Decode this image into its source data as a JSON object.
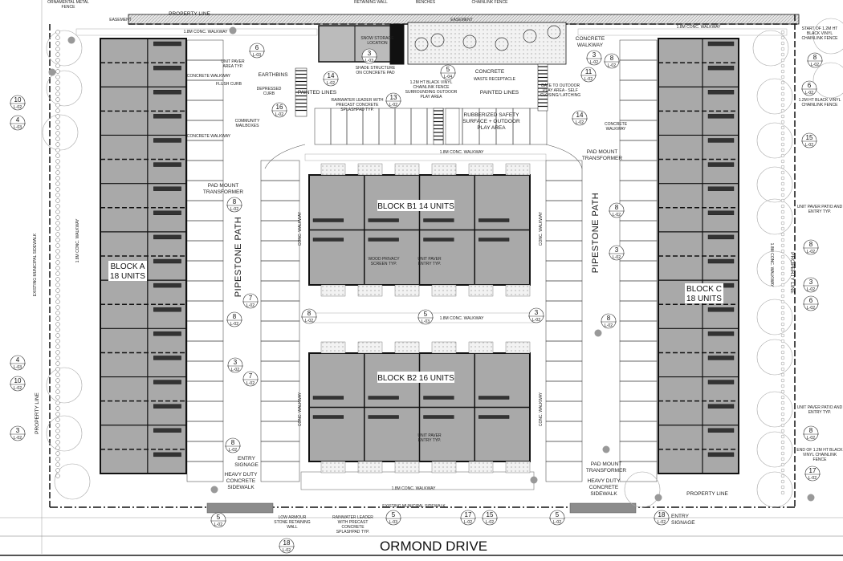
{
  "title": "Site Plan - Ormond Drive",
  "street": "ORMOND DRIVE",
  "blocks": {
    "a": [
      "BLOCK A",
      "18 UNITS"
    ],
    "b1": "BLOCK B1 14 UNITS",
    "b2": "BLOCK B2 16 UNITS",
    "c": [
      "BLOCK C",
      "18 UNITS"
    ]
  },
  "paths": {
    "left": "PIPESTONE PATH",
    "right": "PIPESTONE PATH"
  },
  "boundary": {
    "property_line_top": "PROPERTY LINE",
    "property_line_bottom": "PROPERTY LINE",
    "property_line_left": "PROPERTY LINE",
    "property_line_right": "PROPERTY LINE",
    "easement_left": "EASEMENT",
    "easement_right": "EASEMENT",
    "sidewalk": "EXISTING MUNICIPAL SIDEWALK",
    "sidewalk_left": "EXISTING MUNICIPAL SIDEWALK"
  },
  "notes": {
    "ornamental_fence": "ORNAMENTAL METAL FENCE",
    "walkway_top_left": "1.8M CONC. WALKWAY",
    "walkway_top_right": "1.8M CONC. WALKWAY",
    "walkway_mid_top": "1.8M CONC. WALKWAY",
    "walkway_mid": "1.8M CONC. WALKWAY",
    "walkway_bottom": "1.8M CONC. WALKWAY",
    "earthbins": "EARTHBINS",
    "painted_lines_left": "PAINTED LINES",
    "painted_lines_right": "PAINTED LINES",
    "snow_storage": "SNOW STORAGE LOCATION",
    "shade_structure": "SHADE STRUCTURE ON CONCRETE PAD",
    "chainlink_play": "1.2M HT BLACK VINYL CHAINLINK FENCE SURROUNDING OUTDOOR PLAY AREA",
    "rubberized": "RUBBERIZED SAFETY SURFACE + OUTDOOR PLAY AREA",
    "concrete": "CONCRETE",
    "waste": "WASTE RECEPTACLE",
    "gate": "GATE TO OUTDOOR PLAY AREA - SELF CLOSING/ LATCHING",
    "concrete_walkway_top": "CONCRETE WALKWAY",
    "rainwater_top": "RAINWATER LEADER WITH PRECAST CONCRETE SPLASHPAD TYP.",
    "community_mailboxes": "COMMUNITY MAILBOXES",
    "depressed_curb": "DEPRESSED CURB",
    "flush_curb": "FLUSH CURB",
    "unit_paver_area": "UNIT PAVER AREA TYP.",
    "pad_mount_left": "PAD MOUNT TRANSFORMER",
    "pad_mount_right": "PAD MOUNT TRANSFORMER",
    "pad_mount_bottom": "PAD MOUNT TRANSFORMER",
    "entry_signage_left": "ENTRY SIGNAGE",
    "entry_signage_right": "ENTRY SIGNAGE",
    "heavy_duty_left": "HEAVY DUTY CONCRETE SIDEWALK",
    "heavy_duty_right": "HEAVY DUTY CONCRETE SIDEWALK",
    "low_armour": "LOW ARMOUR STONE RETAINING WALL",
    "rainwater_bottom": "RAINWATER LEADER WITH PRECAST CONCRETE SPLASHPAD TYP.",
    "start_fence": "START OF 1.2M HT BLACK VINYL CHAINLINK FENCE",
    "fence_right": "1.2M HT BLACK VINYL CHAINLINK FENCE",
    "unit_paver_patio_1": "UNIT PAVER PATIO AND ENTRY TYP.",
    "unit_paver_patio_2": "UNIT PAVER PATIO AND ENTRY TYP.",
    "end_fence": "END OF 1.2M HT BLACK VINYL CHAINLINK FENCE",
    "conc_walkway_v1": "CONC. WALKWAY",
    "conc_walkway_v2": "CONC. WALKWAY",
    "conc_walkway_v3": "CONC. WALKWAY",
    "conc_walkway_v4": "CONC. WALKWAY",
    "conc_walkway_c": "1.8M CONC. WALKWAY",
    "wood_privacy": "WOOD PRIVACY SCREEN TYP.",
    "unit_paver_entry": "UNIT PAVER ENTRY TYP.",
    "benches": "BENCHES",
    "chainlink_top": "CHAINLINK FENCE",
    "retaining_wall": "RETAINING WALL"
  },
  "callouts": [
    {
      "n": "10",
      "s": "L-02"
    },
    {
      "n": "4",
      "s": "L-03"
    },
    {
      "n": "4",
      "s": "L-03"
    },
    {
      "n": "10",
      "s": "L-02"
    },
    {
      "n": "3",
      "s": "L-02"
    },
    {
      "n": "6",
      "s": "L-03"
    },
    {
      "n": "3",
      "s": "L-03"
    },
    {
      "n": "14",
      "s": "L-02"
    },
    {
      "n": "16",
      "s": "L-02"
    },
    {
      "n": "13",
      "s": "L-02"
    },
    {
      "n": "5",
      "s": "L-04"
    },
    {
      "n": "3",
      "s": "L-02"
    },
    {
      "n": "8",
      "s": "L-02"
    },
    {
      "n": "11",
      "s": "L-02"
    },
    {
      "n": "14",
      "s": "L-02"
    },
    {
      "n": "8",
      "s": "L-02"
    },
    {
      "n": "6",
      "s": "L-02"
    },
    {
      "n": "15",
      "s": "L-02"
    },
    {
      "n": "3",
      "s": "L-02"
    },
    {
      "n": "6",
      "s": "L-02"
    },
    {
      "n": "8",
      "s": "L-02"
    },
    {
      "n": "17",
      "s": "L-02"
    },
    {
      "n": "8",
      "s": "L-02"
    },
    {
      "n": "7",
      "s": "L-02"
    },
    {
      "n": "8",
      "s": "L-02"
    },
    {
      "n": "3",
      "s": "L-02"
    },
    {
      "n": "7",
      "s": "L-02"
    },
    {
      "n": "8",
      "s": "L-02"
    },
    {
      "n": "8",
      "s": "L-02"
    },
    {
      "n": "5",
      "s": "L-03"
    },
    {
      "n": "3",
      "s": "L-02"
    },
    {
      "n": "8",
      "s": "L-02"
    },
    {
      "n": "8",
      "s": "L-02"
    },
    {
      "n": "3",
      "s": "L-02"
    },
    {
      "n": "5",
      "s": "L-02"
    },
    {
      "n": "18",
      "s": "L-02"
    },
    {
      "n": "5",
      "s": "L-03"
    },
    {
      "n": "17",
      "s": "L-02"
    },
    {
      "n": "15",
      "s": "L-02"
    },
    {
      "n": "5",
      "s": "L-02"
    },
    {
      "n": "18",
      "s": "L-02"
    },
    {
      "n": "8",
      "s": "L-02"
    }
  ],
  "colors": {
    "unit_fill": "#a9a9a9",
    "line": "#111111",
    "hatch": "#cfcfcf",
    "accent": "#8c8c8c"
  }
}
